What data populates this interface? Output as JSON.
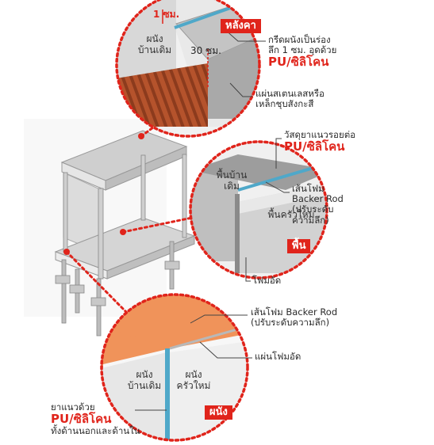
{
  "top_circle": {
    "dim_1cm": "1 ซม.",
    "dim_30cm": "30 ซม.",
    "old_wall_line1": "ผนัง",
    "old_wall_line2": "บ้านเดิม",
    "tag": "หลังคา",
    "callout1_line1": "กรีดผนังเป็นร่อง",
    "callout1_line2": "ลึก 1 ซม. อุดด้วย",
    "callout1_red": "PU/ซิลิโคน",
    "callout2_line1": "แผ่นสเตนเลสหรือ",
    "callout2_line2": "เหล็กชุบสังกะสี"
  },
  "middle_circle": {
    "sealant_line1": "วัสดุยาแนวรอยต่อ",
    "sealant_red": "PU/ซิลิโคน",
    "old_floor_line1": "พื้นบ้าน",
    "old_floor_line2": "เดิม",
    "new_floor": "พื้นครัวใหม่",
    "backer_line1": "เส้นโฟม",
    "backer_line2": "Backer Rod",
    "backer_line3": "(ปรับระดับ",
    "backer_line4": "ความลึก)",
    "tag": "พื้น",
    "foam": "โฟมอัด"
  },
  "bottom_circle": {
    "backer_line1": "เส้นโฟม Backer Rod",
    "backer_line2": "(ปรับระดับความลึก)",
    "foam_sheet": "แผ่นโฟมอัด",
    "old_wall_line1": "ผนัง",
    "old_wall_line2": "บ้านเดิม",
    "new_wall_line1": "ผนัง",
    "new_wall_line2": "ครัวใหม่",
    "tag": "ผนัง",
    "sealant_line1": "ยาแนวด้วย",
    "sealant_red": "PU/ซิลิโคน",
    "sealant_line3": "ทั้งด้านนอกและด้านใน"
  },
  "colors": {
    "accent_red": "#e0241b",
    "sealant_blue": "#4fa8c9",
    "roof_brown": "#b5532c",
    "floor_orange": "#f0935a",
    "wall_gray": "#d9d9d9"
  }
}
